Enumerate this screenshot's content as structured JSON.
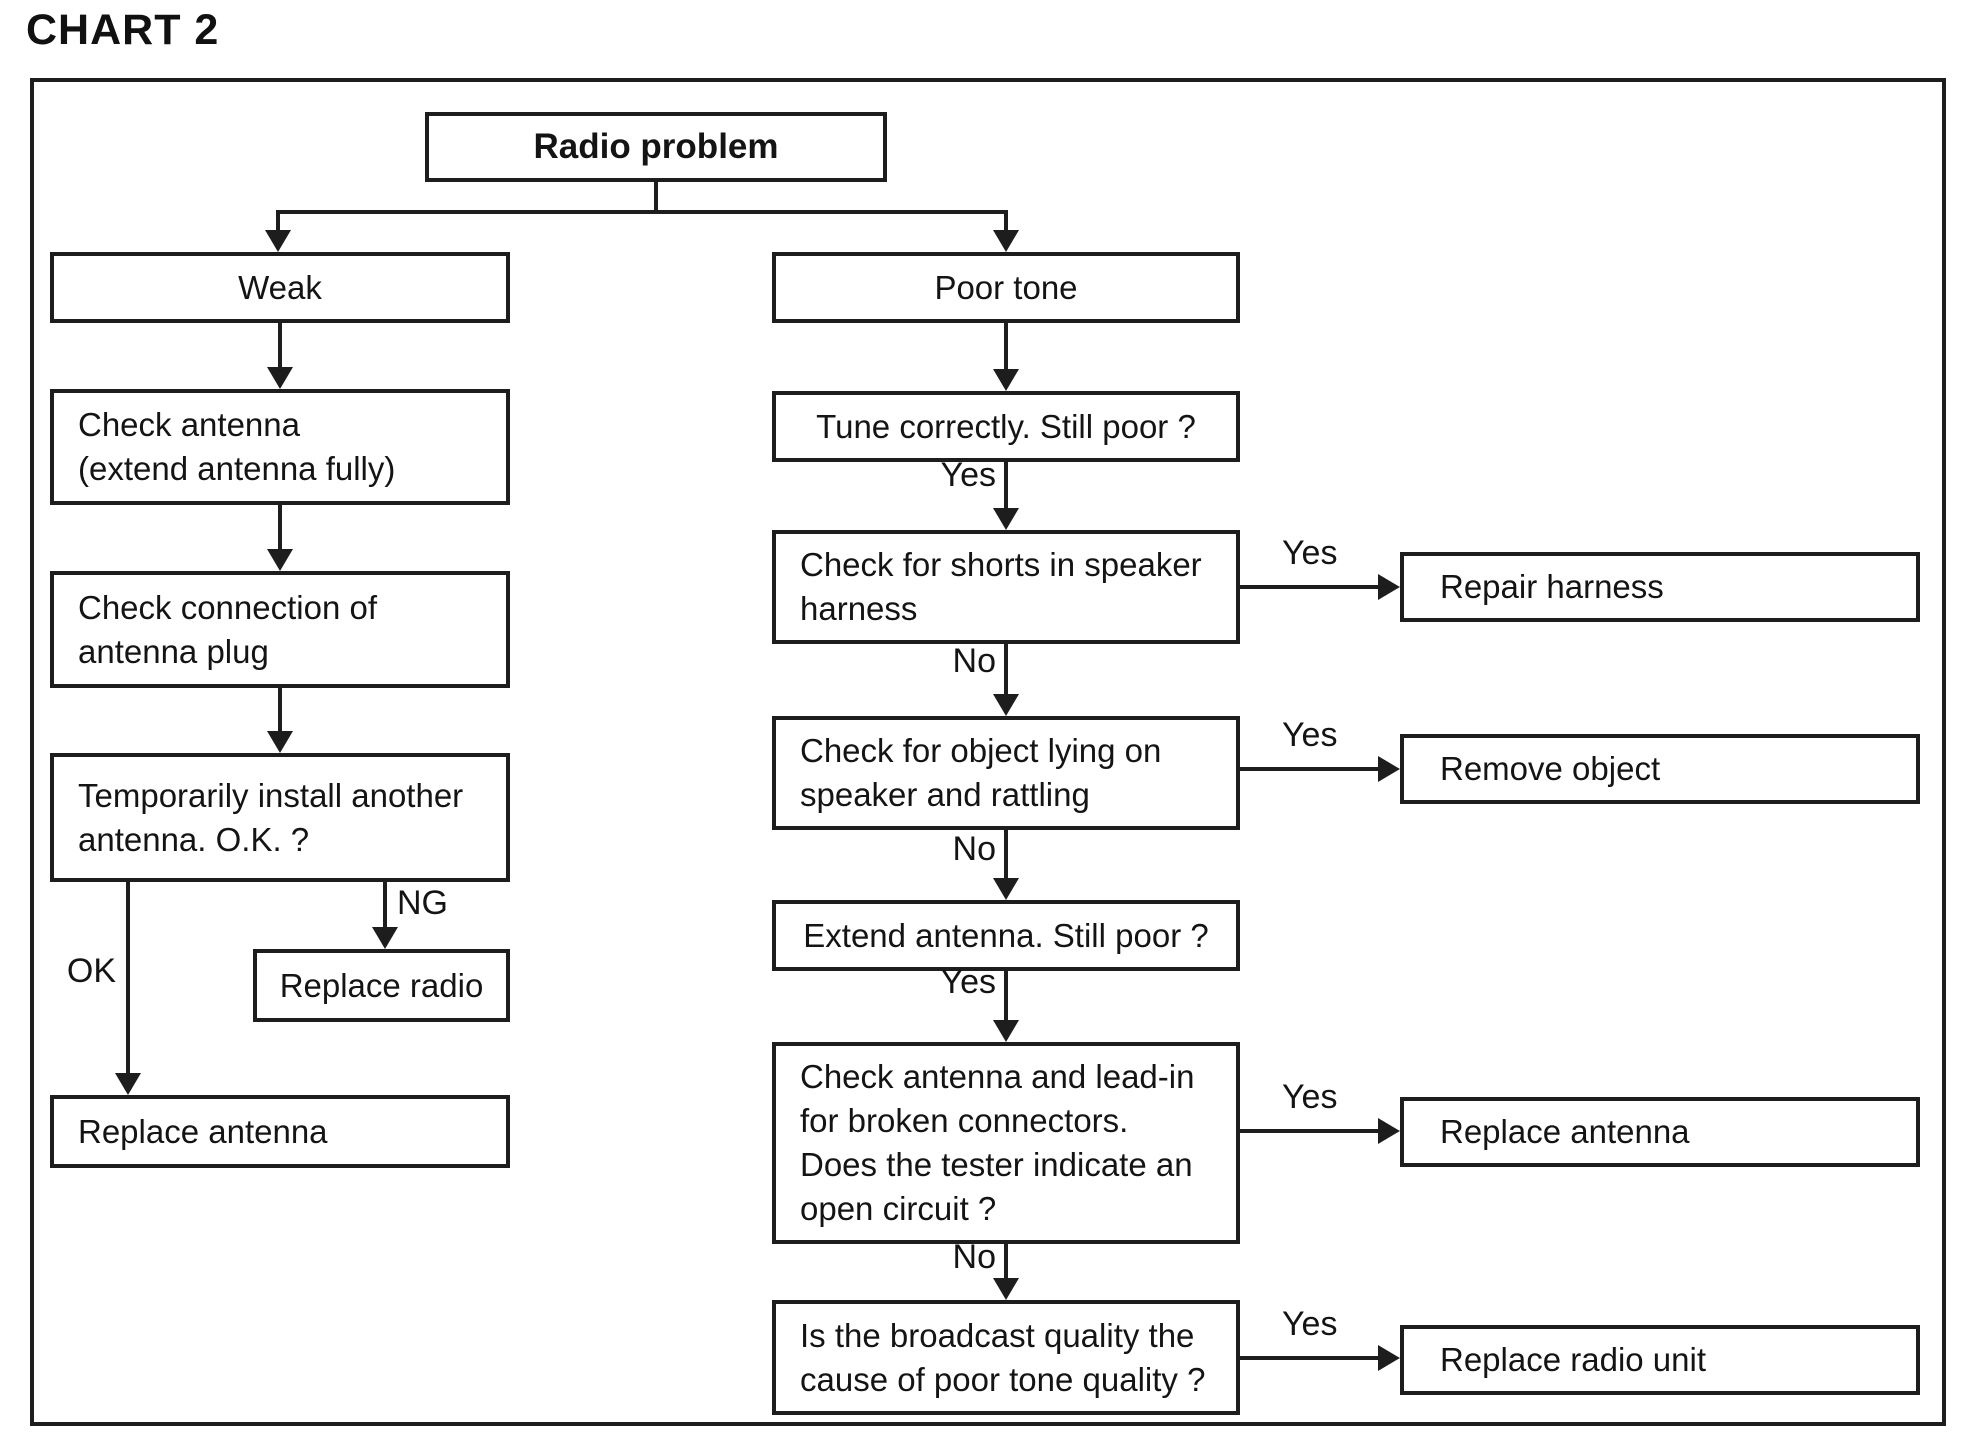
{
  "title": "CHART 2",
  "nodes": {
    "radio_problem": "Radio problem",
    "weak": "Weak",
    "poor_tone": "Poor tone",
    "check_antenna": "Check antenna\n(extend antenna fully)",
    "check_connection": "Check connection of\nantenna plug",
    "temporarily_install": "Temporarily install another\nantenna. O.K. ?",
    "replace_radio": "Replace radio",
    "replace_antenna_left": "Replace antenna",
    "tune_correctly": "Tune correctly. Still poor ?",
    "check_shorts": "Check for shorts in speaker\nharness",
    "check_object": "Check for object lying on\nspeaker and rattling",
    "extend_antenna": "Extend antenna. Still poor ?",
    "check_leadin": "Check antenna and lead-in\nfor broken connectors.\nDoes the tester indicate an\nopen circuit ?",
    "is_broadcast": "Is the broadcast quality the\ncause of poor tone quality ?",
    "repair_harness": "Repair harness",
    "remove_object": "Remove object",
    "replace_antenna_right": "Replace antenna",
    "replace_radio_unit": "Replace radio unit"
  },
  "edge_labels": {
    "yes": "Yes",
    "no": "No",
    "ok": "OK",
    "ng": "NG"
  }
}
